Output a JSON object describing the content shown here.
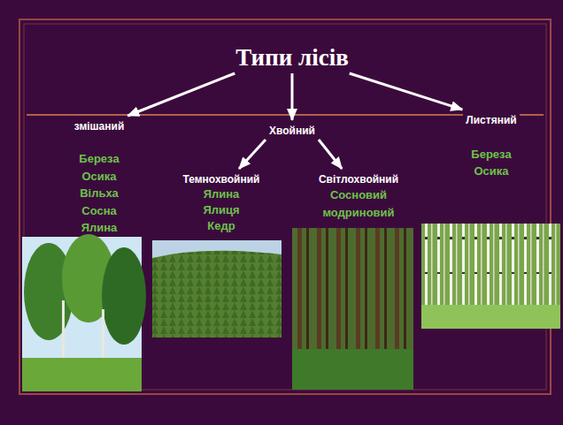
{
  "diagram": {
    "nodes": [
      {
        "text": [
          "Типи лісів"
        ]
      },
      {
        "text": [
          "змішаний",
          "Береза",
          "Осика",
          "Вільха",
          "Сосна",
          "Ялина"
        ]
      },
      {
        "text": [
          "Хвойний"
        ]
      },
      {
        "text": [
          "Листяний",
          "Береза",
          "Осика"
        ]
      },
      {
        "text": [
          "Темнохвойний",
          "Ялина",
          "Ялиця",
          "Кедр"
        ]
      },
      {
        "text": [
          "Світлохвойний",
          "Сосновий",
          "модриновий"
        ]
      }
    ],
    "edges": [
      {
        "from": 0,
        "to": 1,
        "arrow": "to"
      },
      {
        "from": 0,
        "to": 2,
        "arrow": "to"
      },
      {
        "from": 0,
        "to": 3,
        "arrow": "to"
      },
      {
        "from": 2,
        "to": 4,
        "arrow": "to"
      },
      {
        "from": 2,
        "to": 5,
        "arrow": "to"
      }
    ]
  }
}
